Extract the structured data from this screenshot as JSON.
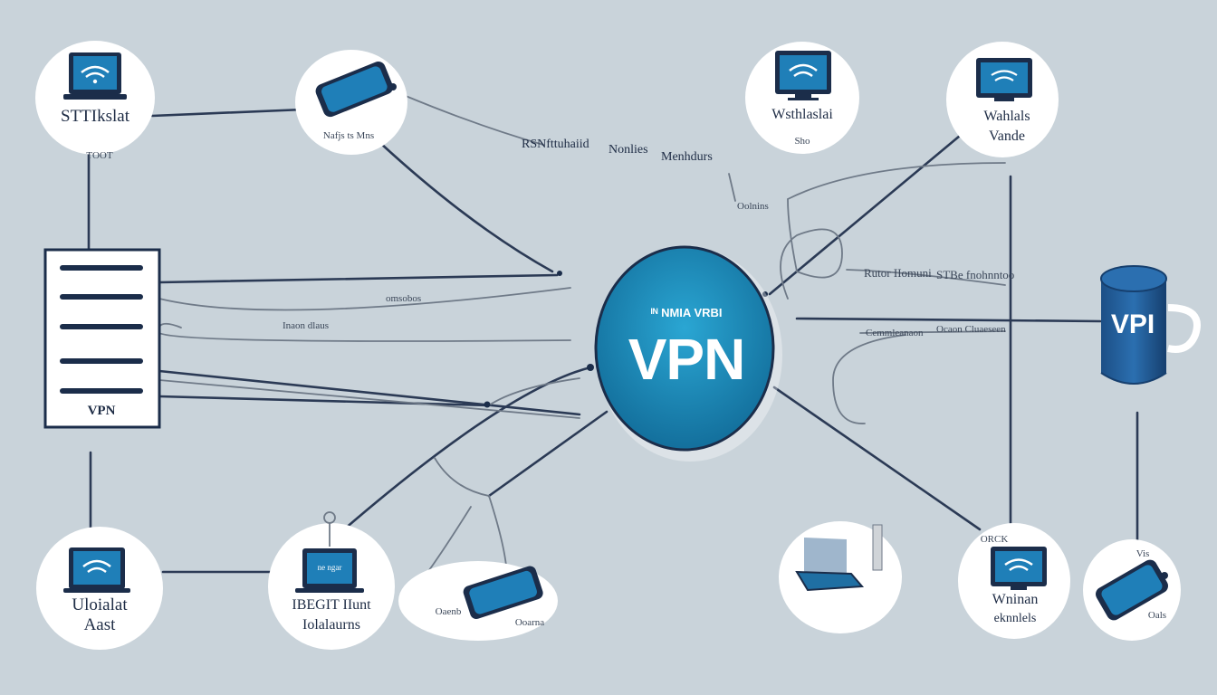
{
  "hub": {
    "title": "ᴵᴺ NMIA VRBI",
    "label": "VPN"
  },
  "server": {
    "label": "VPN"
  },
  "database": {
    "label": "VPI"
  },
  "nodes": [
    {
      "id": "top-left",
      "label": "STTIkslat",
      "sub": "TOOT"
    },
    {
      "id": "top-router",
      "label": "Nafjs ts Mns"
    },
    {
      "id": "top-mid-right",
      "label": "Wsthlaslai",
      "sub": "Sho"
    },
    {
      "id": "top-right",
      "label": "Wahlals Vande"
    },
    {
      "id": "bottom-left",
      "label1": "Uloialat",
      "label2": "Aast"
    },
    {
      "id": "bottom-laptop",
      "label1": "IBEGIT IIunt",
      "label2": "Iolalaurns",
      "screen": "ne ngar"
    },
    {
      "id": "bottom-router",
      "label": "Oaenb",
      "sub": "Ooarna"
    },
    {
      "id": "bottom-box",
      "label": ""
    },
    {
      "id": "bottom-right-monitor",
      "label1": "Wninan",
      "label2": "eknnlels",
      "top": "ORCK"
    },
    {
      "id": "bottom-right-router",
      "label": "Vis",
      "sub": "Oals"
    }
  ],
  "annotations": [
    "RSNfttuhaiid",
    "Nonlies",
    "Menhdurs",
    "Oolnins",
    "omsobos",
    "Inaon dlaus",
    "Rutor IIomuni",
    "STBe fnohnntoo",
    "Cemmleanaon",
    "Ocaon Cluaeseen"
  ],
  "colors": {
    "background": "#c9d3da",
    "line": "#2b3a55",
    "line_light": "#6f7a88",
    "hub": "#1887b5",
    "device_blue": "#1f6fa3",
    "device_dark": "#1b2d4a",
    "node_bg": "#ffffff"
  },
  "icons": [
    "laptop-wifi-icon",
    "router-icon",
    "monitor-wifi-icon",
    "server-icon",
    "database-icon",
    "vpn-hub-icon"
  ]
}
